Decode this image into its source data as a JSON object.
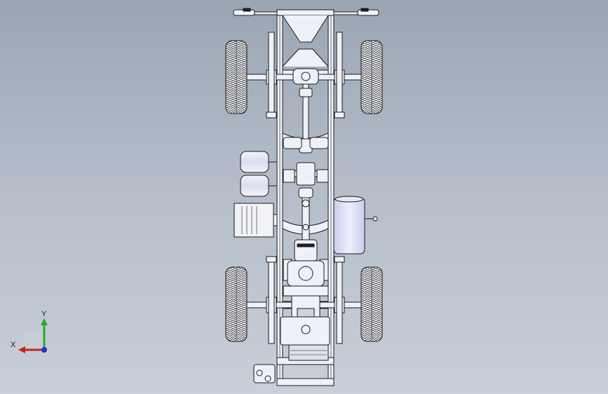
{
  "viewport": {
    "background_top": "#9aa5b4",
    "background_bottom": "#c8cfd8",
    "model": "chassis-top-view"
  },
  "triad": {
    "x_label": "X",
    "y_label": "Y",
    "x_color": "#d21c1c",
    "y_color": "#1fb02a",
    "z_color": "#1c2fd2"
  },
  "colors": {
    "line": "#1b1b1b",
    "part_fill": "#eef1f7",
    "tank_fill": "#d6d9f2",
    "tire_fill": "#f4f5f8"
  }
}
